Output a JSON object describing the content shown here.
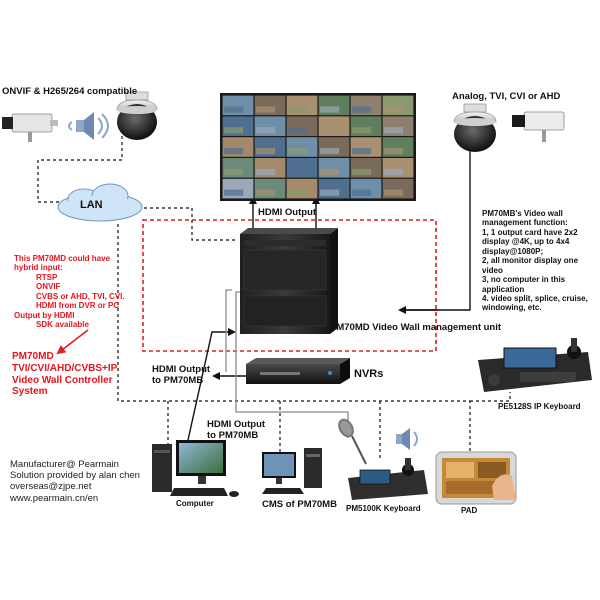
{
  "labels": {
    "onvif_compat": "ONVIF & H265/264 compatible",
    "analog": "Analog, TVI, CVI or AHD",
    "lan": "LAN",
    "hdmi_output_top": "HDMI Output",
    "hybrid_input": [
      "This PM70MD could have",
      "hybrid input:",
      "RTSP",
      "ONVIF",
      "CVBS or AHD, TVI, CVI.",
      "HDMI from DVR or PC",
      "Output by HDMI",
      "SDK available"
    ],
    "system_title": [
      "PM70MD",
      "TVI/CVI/AHD/CVBS+IP",
      "Video Wall Controller",
      "System"
    ],
    "function_notes": [
      "PM70MB's Video wall",
      "management function:",
      "1, 1 output card have 2x2",
      "display @4K, up to 4x4",
      "display@1080P;",
      "2, all monitor display one",
      "video",
      "3, no computer in this",
      "application",
      "4. video split, splice, cruise,",
      "windowing, etc."
    ],
    "management_unit": "PM70MD Video Wall management unit",
    "nvrs": "NVRs",
    "hdmi_output_pm70mb_1": [
      "HDMI Output",
      "to PM70MB"
    ],
    "hdmi_output_pm70mb_2": [
      "HDMI Output",
      "to PM70MB"
    ],
    "keyboard_ip": "PE5128S IP Keyboard",
    "computer": "Computer",
    "cms": "CMS of PM70MB",
    "keyboard_pm5100k": "PM5100K Keyboard",
    "pad": "PAD",
    "manufacturer": [
      "Manufacturer@ Pearmain",
      "Solution provided by alan chen",
      "overseas@zjpe.net",
      "www.pearmain.cn/en"
    ]
  },
  "colors": {
    "red_text": "#e8141b",
    "dashed_red": "#e02020",
    "line": "#111111",
    "lan_cloud": "#cfe4f7"
  },
  "icons": [
    "box-camera-icon",
    "speaker-icon",
    "dome-camera-icon",
    "video-wall-icon",
    "controller-rack-icon",
    "nvr-icon",
    "ip-keyboard-icon",
    "computer-icon",
    "microphone-icon",
    "pad-icon"
  ]
}
